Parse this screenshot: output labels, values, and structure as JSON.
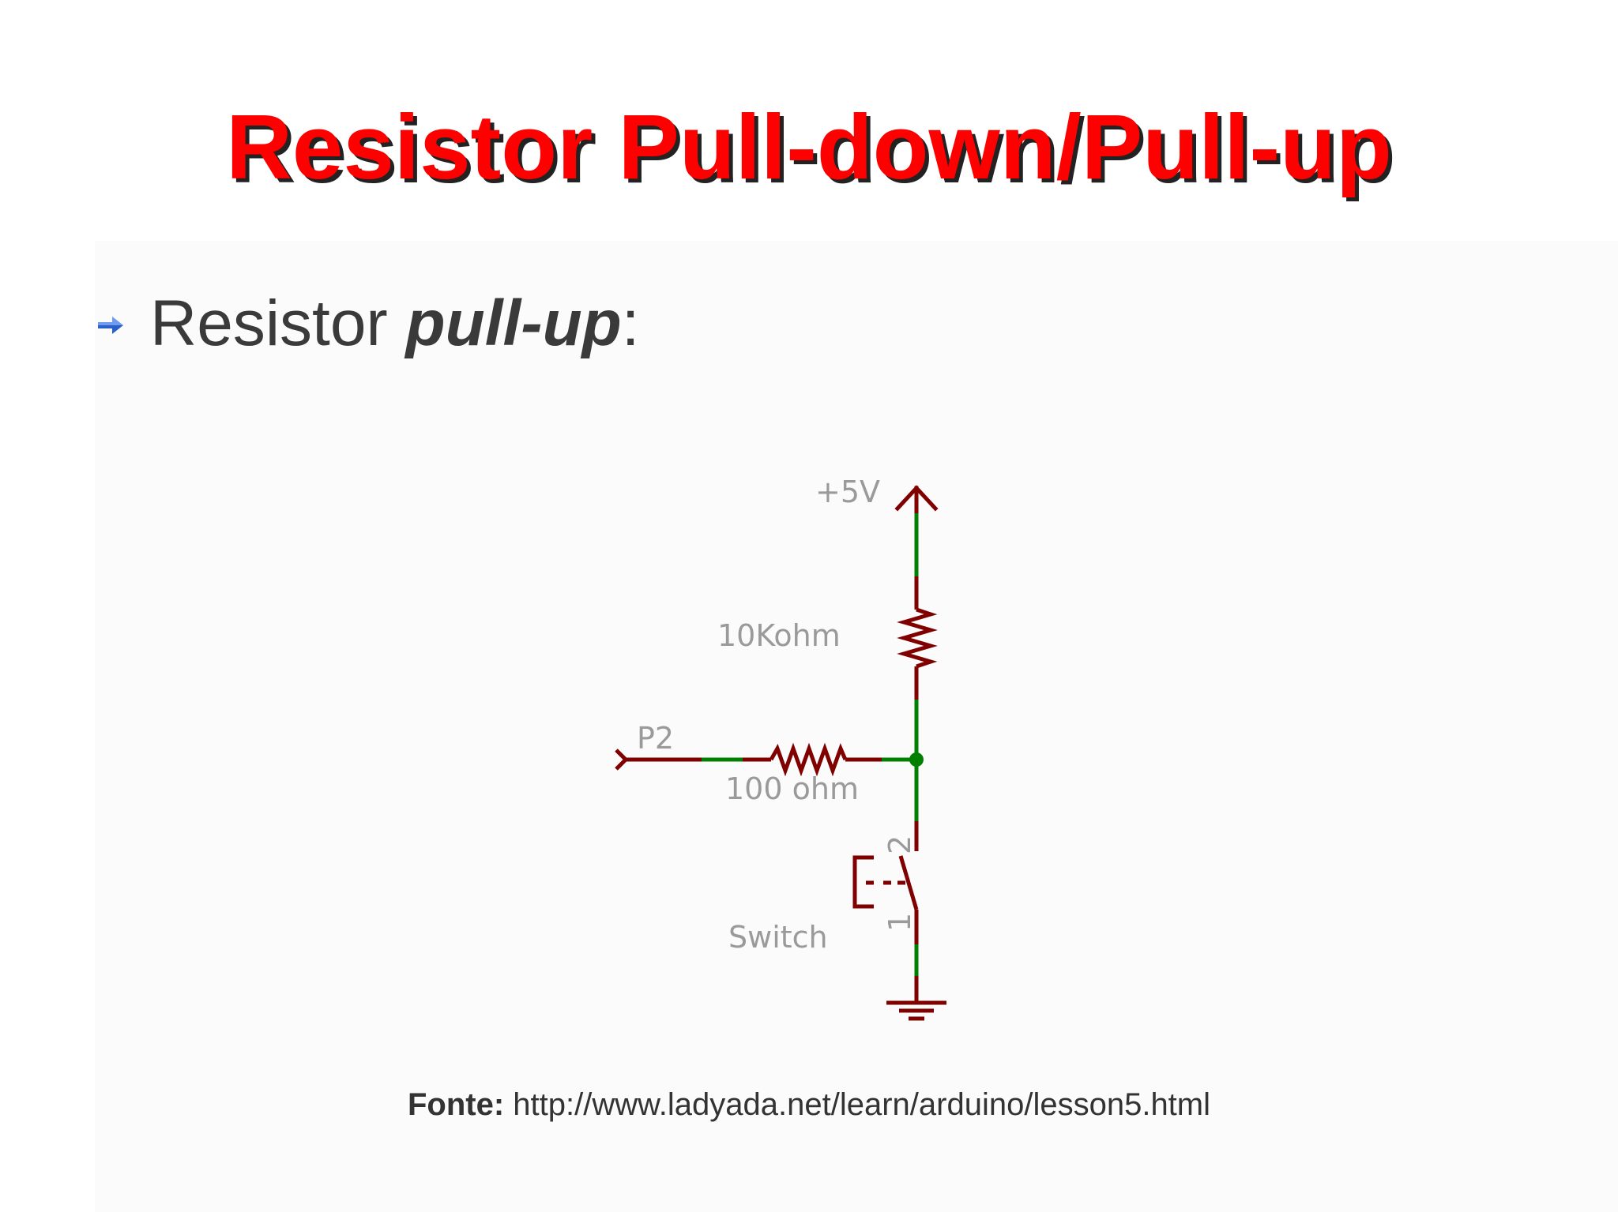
{
  "slide": {
    "title": "Resistor Pull-down/Pull-up",
    "bullet": {
      "icon": "arrow-bullet-icon",
      "text_prefix": "Resistor ",
      "text_emphasis": "pull-up",
      "text_suffix": ":"
    },
    "schematic": {
      "supply_label": "+5V",
      "pullup_resistor_label": "10Kohm",
      "input_pin_label": "P2",
      "series_resistor_label": "100 ohm",
      "switch_label": "Switch",
      "switch_pin_top": "2",
      "switch_pin_bottom": "1",
      "colors": {
        "component": "#800000",
        "wire": "#008000",
        "label": "#9a9a9a"
      }
    },
    "source": {
      "label": "Fonte:",
      "url": " http://www.ladyada.net/learn/arduino/lesson5.html"
    },
    "colors": {
      "title": "#ff0000",
      "title_shadow": "#222222",
      "body_text": "#3a3a3a",
      "bullet": "#2a5fc8"
    }
  }
}
